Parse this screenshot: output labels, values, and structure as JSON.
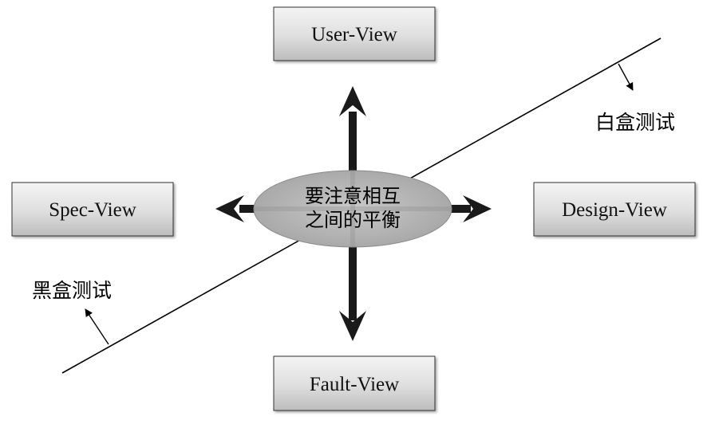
{
  "center": {
    "line1": "要注意相互",
    "line2": "之间的平衡"
  },
  "views": {
    "top": "User-View",
    "left": "Spec-View",
    "right": "Design-View",
    "bottom": "Fault-View"
  },
  "annotations": {
    "white_box": "白盒测试",
    "black_box": "黑盒测试"
  },
  "colors": {
    "box_fill_light": "#f2f2f2",
    "box_fill_dark": "#bdbdbd",
    "ellipse_fill": "#b3b3b3",
    "arrow": "#1a1a1a",
    "line": "#000000"
  }
}
